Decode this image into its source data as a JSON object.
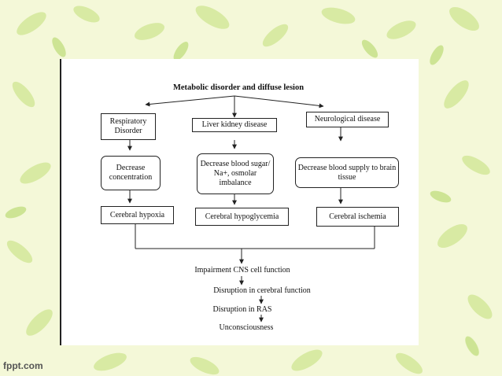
{
  "diagram": {
    "title": "Metabolic disorder and diffuse lesion",
    "columns": [
      {
        "cause": "Respiratory Disorder",
        "mechanism": "Decrease concentration",
        "outcome": "Cerebral hypoxia"
      },
      {
        "cause": "Liver kidney disease",
        "mechanism": "Decrease blood sugar/ Na+, osmolar imbalance",
        "outcome": "Cerebral hypoglycemia"
      },
      {
        "cause": "Neurological disease",
        "mechanism": "Decrease blood supply to brain tissue",
        "outcome": "Cerebral ischemia"
      }
    ],
    "chain": [
      "Impairment CNS cell function",
      "Disruption in cerebral function",
      "Disruption in RAS",
      "Unconsciousness"
    ]
  },
  "watermark": "fppt.com",
  "colors": {
    "background": "#f4f8d8",
    "leaf_light": "#d6ea9a",
    "leaf_mid": "#bcdc78",
    "ink": "#222222"
  }
}
